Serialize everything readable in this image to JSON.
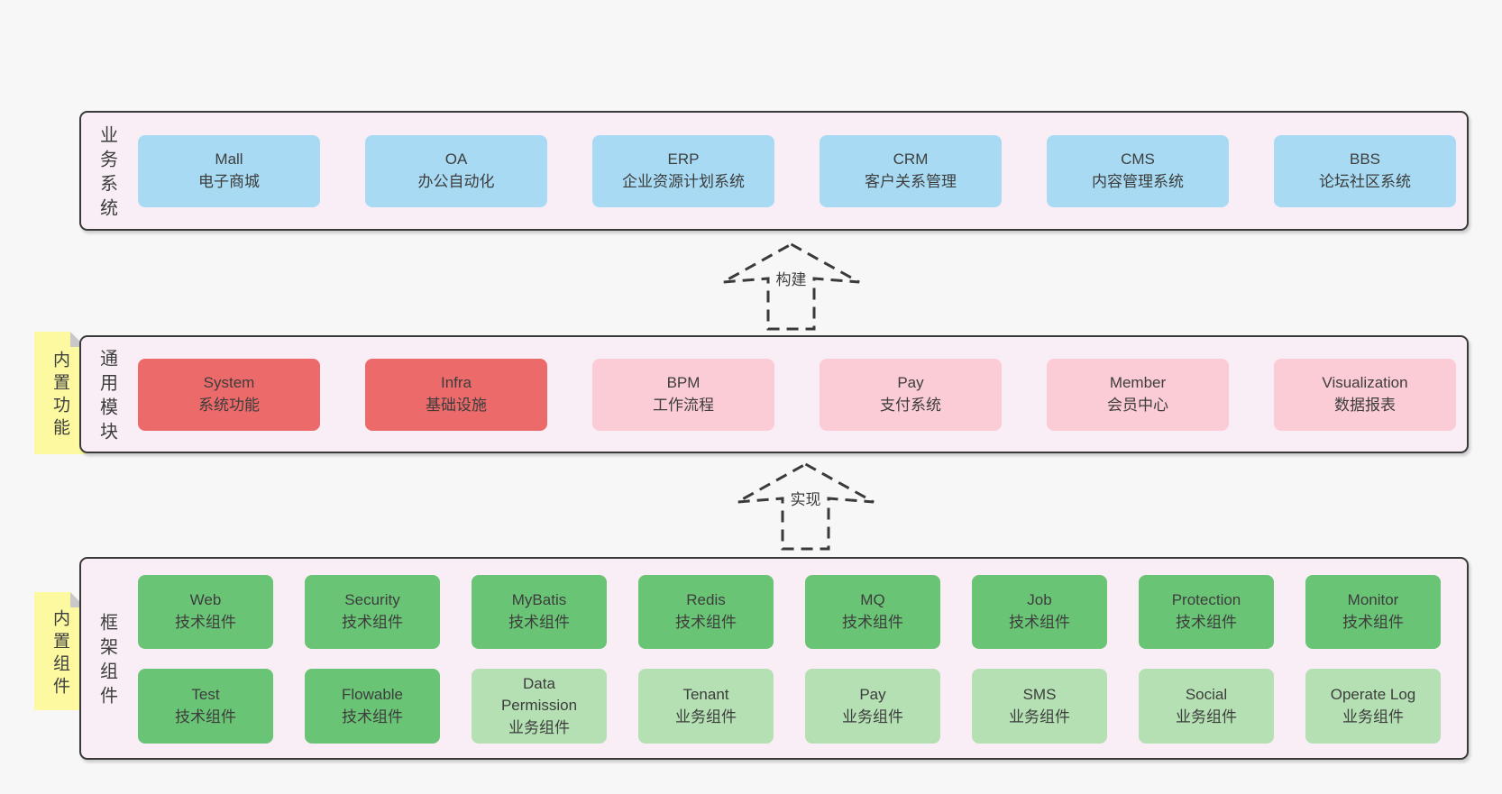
{
  "palette": {
    "page_bg": "#f7f7f7",
    "panel_bg": "#f9edf6",
    "panel_border": "#3a3a3a",
    "blue": "#a8dbf3",
    "red": "#ed6a6a",
    "pink": "#fbccd5",
    "green": "#6ac475",
    "light_green": "#b4e0b3",
    "note_yellow": "#fcf9a1",
    "note_fold": "#c9c9c9",
    "text": "#3d3d3d"
  },
  "layers": {
    "business": {
      "label": "业务系统",
      "boxes": [
        {
          "title": "Mall",
          "subtitle": "电子商城"
        },
        {
          "title": "OA",
          "subtitle": "办公自动化"
        },
        {
          "title": "ERP",
          "subtitle": "企业资源计划系统"
        },
        {
          "title": "CRM",
          "subtitle": "客户关系管理"
        },
        {
          "title": "CMS",
          "subtitle": "内容管理系统"
        },
        {
          "title": "BBS",
          "subtitle": "论坛社区系统"
        }
      ]
    },
    "modules": {
      "label": "通用模块",
      "note": "内置功能",
      "boxes": [
        {
          "title": "System",
          "subtitle": "系统功能"
        },
        {
          "title": "Infra",
          "subtitle": "基础设施"
        },
        {
          "title": "BPM",
          "subtitle": "工作流程"
        },
        {
          "title": "Pay",
          "subtitle": "支付系统"
        },
        {
          "title": "Member",
          "subtitle": "会员中心"
        },
        {
          "title": "Visualization",
          "subtitle": "数据报表"
        }
      ]
    },
    "components": {
      "label": "框架组件",
      "note": "内置组件",
      "row1": [
        {
          "title": "Web",
          "subtitle": "技术组件"
        },
        {
          "title": "Security",
          "subtitle": "技术组件"
        },
        {
          "title": "MyBatis",
          "subtitle": "技术组件"
        },
        {
          "title": "Redis",
          "subtitle": "技术组件"
        },
        {
          "title": "MQ",
          "subtitle": "技术组件"
        },
        {
          "title": "Job",
          "subtitle": "技术组件"
        },
        {
          "title": "Protection",
          "subtitle": "技术组件"
        },
        {
          "title": "Monitor",
          "subtitle": "技术组件"
        }
      ],
      "row2": [
        {
          "title": "Test",
          "subtitle": "技术组件"
        },
        {
          "title": "Flowable",
          "subtitle": "技术组件"
        },
        {
          "title": "Data Permission",
          "subtitle": "业务组件"
        },
        {
          "title": "Tenant",
          "subtitle": "业务组件"
        },
        {
          "title": "Pay",
          "subtitle": "业务组件"
        },
        {
          "title": "SMS",
          "subtitle": "业务组件"
        },
        {
          "title": "Social",
          "subtitle": "业务组件"
        },
        {
          "title": "Operate Log",
          "subtitle": "业务组件"
        }
      ]
    }
  },
  "arrows": {
    "build": {
      "label": "构建"
    },
    "implement": {
      "label": "实现"
    }
  }
}
